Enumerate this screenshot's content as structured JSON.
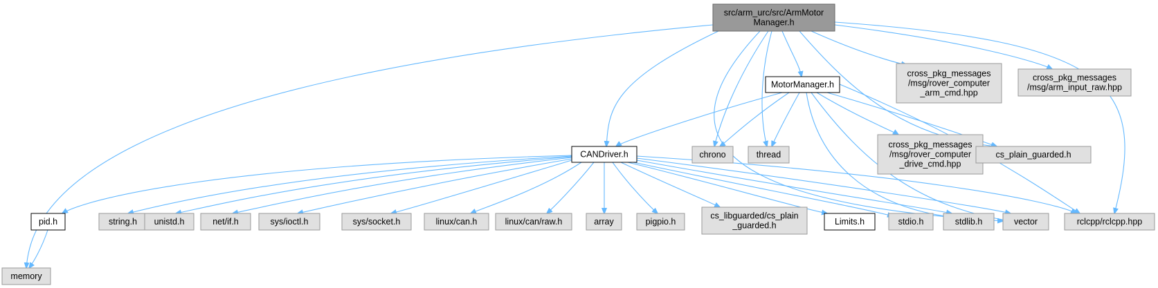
{
  "colors": {
    "root_fill": "#999999",
    "root_stroke": "#666666",
    "local_fill": "#ffffff",
    "local_stroke": "#000000",
    "system_fill": "#e0e0e0",
    "system_stroke": "#999999",
    "edge": "#63b8ff"
  },
  "nodes": [
    {
      "id": "root",
      "kind": "root",
      "lines": [
        "src/arm_urc/src/ArmMotor",
        "Manager.h"
      ]
    },
    {
      "id": "motormanager",
      "kind": "local",
      "lines": [
        "MotorManager.h"
      ]
    },
    {
      "id": "canroot",
      "kind": "local",
      "lines": [
        "CANDriver.h"
      ]
    },
    {
      "id": "pid",
      "kind": "local",
      "lines": [
        "pid.h"
      ]
    },
    {
      "id": "limits",
      "kind": "local",
      "lines": [
        "Limits.h"
      ]
    },
    {
      "id": "memory",
      "kind": "system",
      "lines": [
        "memory"
      ]
    },
    {
      "id": "arm_cmd",
      "kind": "system",
      "lines": [
        "cross_pkg_messages",
        "/msg/rover_computer",
        "_arm_cmd.hpp"
      ]
    },
    {
      "id": "arm_input",
      "kind": "system",
      "lines": [
        "cross_pkg_messages",
        "/msg/arm_input_raw.hpp"
      ]
    },
    {
      "id": "drive_cmd",
      "kind": "system",
      "lines": [
        "cross_pkg_messages",
        "/msg/rover_computer",
        "_drive_cmd.hpp"
      ]
    },
    {
      "id": "chrono",
      "kind": "system",
      "lines": [
        "chrono"
      ]
    },
    {
      "id": "thread",
      "kind": "system",
      "lines": [
        "thread"
      ]
    },
    {
      "id": "cs_plain",
      "kind": "system",
      "lines": [
        "cs_plain_guarded.h"
      ]
    },
    {
      "id": "string",
      "kind": "system",
      "lines": [
        "string.h"
      ]
    },
    {
      "id": "unistd",
      "kind": "system",
      "lines": [
        "unistd.h"
      ]
    },
    {
      "id": "netif",
      "kind": "system",
      "lines": [
        "net/if.h"
      ]
    },
    {
      "id": "ioctl",
      "kind": "system",
      "lines": [
        "sys/ioctl.h"
      ]
    },
    {
      "id": "socket",
      "kind": "system",
      "lines": [
        "sys/socket.h"
      ]
    },
    {
      "id": "linuxcan",
      "kind": "system",
      "lines": [
        "linux/can.h"
      ]
    },
    {
      "id": "linuxcanraw",
      "kind": "system",
      "lines": [
        "linux/can/raw.h"
      ]
    },
    {
      "id": "array",
      "kind": "system",
      "lines": [
        "array"
      ]
    },
    {
      "id": "pigpio",
      "kind": "system",
      "lines": [
        "pigpio.h"
      ]
    },
    {
      "id": "cslib",
      "kind": "system",
      "lines": [
        "cs_libguarded/cs_plain",
        "_guarded.h"
      ]
    },
    {
      "id": "stdio",
      "kind": "system",
      "lines": [
        "stdio.h"
      ]
    },
    {
      "id": "stdlib",
      "kind": "system",
      "lines": [
        "stdlib.h"
      ]
    },
    {
      "id": "vector",
      "kind": "system",
      "lines": [
        "vector"
      ]
    },
    {
      "id": "rclcpp",
      "kind": "system",
      "lines": [
        "rclcpp/rclcpp.hpp"
      ]
    }
  ],
  "edges": [
    {
      "from": "root",
      "to": "memory"
    },
    {
      "from": "root",
      "to": "canroot"
    },
    {
      "from": "root",
      "to": "vector"
    },
    {
      "from": "root",
      "to": "chrono"
    },
    {
      "from": "root",
      "to": "thread"
    },
    {
      "from": "root",
      "to": "motormanager"
    },
    {
      "from": "root",
      "to": "cs_plain"
    },
    {
      "from": "root",
      "to": "arm_cmd"
    },
    {
      "from": "root",
      "to": "arm_input"
    },
    {
      "from": "root",
      "to": "rclcpp"
    },
    {
      "from": "motormanager",
      "to": "canroot"
    },
    {
      "from": "motormanager",
      "to": "chrono"
    },
    {
      "from": "motormanager",
      "to": "thread"
    },
    {
      "from": "motormanager",
      "to": "drive_cmd"
    },
    {
      "from": "motormanager",
      "to": "cs_plain"
    },
    {
      "from": "motormanager",
      "to": "stdlib"
    },
    {
      "from": "motormanager",
      "to": "vector"
    },
    {
      "from": "motormanager",
      "to": "rclcpp"
    },
    {
      "from": "canroot",
      "to": "pid"
    },
    {
      "from": "canroot",
      "to": "string"
    },
    {
      "from": "canroot",
      "to": "unistd"
    },
    {
      "from": "canroot",
      "to": "netif"
    },
    {
      "from": "canroot",
      "to": "ioctl"
    },
    {
      "from": "canroot",
      "to": "socket"
    },
    {
      "from": "canroot",
      "to": "linuxcan"
    },
    {
      "from": "canroot",
      "to": "linuxcanraw"
    },
    {
      "from": "canroot",
      "to": "array"
    },
    {
      "from": "canroot",
      "to": "pigpio"
    },
    {
      "from": "canroot",
      "to": "cslib"
    },
    {
      "from": "canroot",
      "to": "limits"
    },
    {
      "from": "canroot",
      "to": "stdio"
    },
    {
      "from": "canroot",
      "to": "stdlib"
    },
    {
      "from": "canroot",
      "to": "vector"
    },
    {
      "from": "canroot",
      "to": "rclcpp"
    },
    {
      "from": "pid",
      "to": "memory"
    }
  ]
}
